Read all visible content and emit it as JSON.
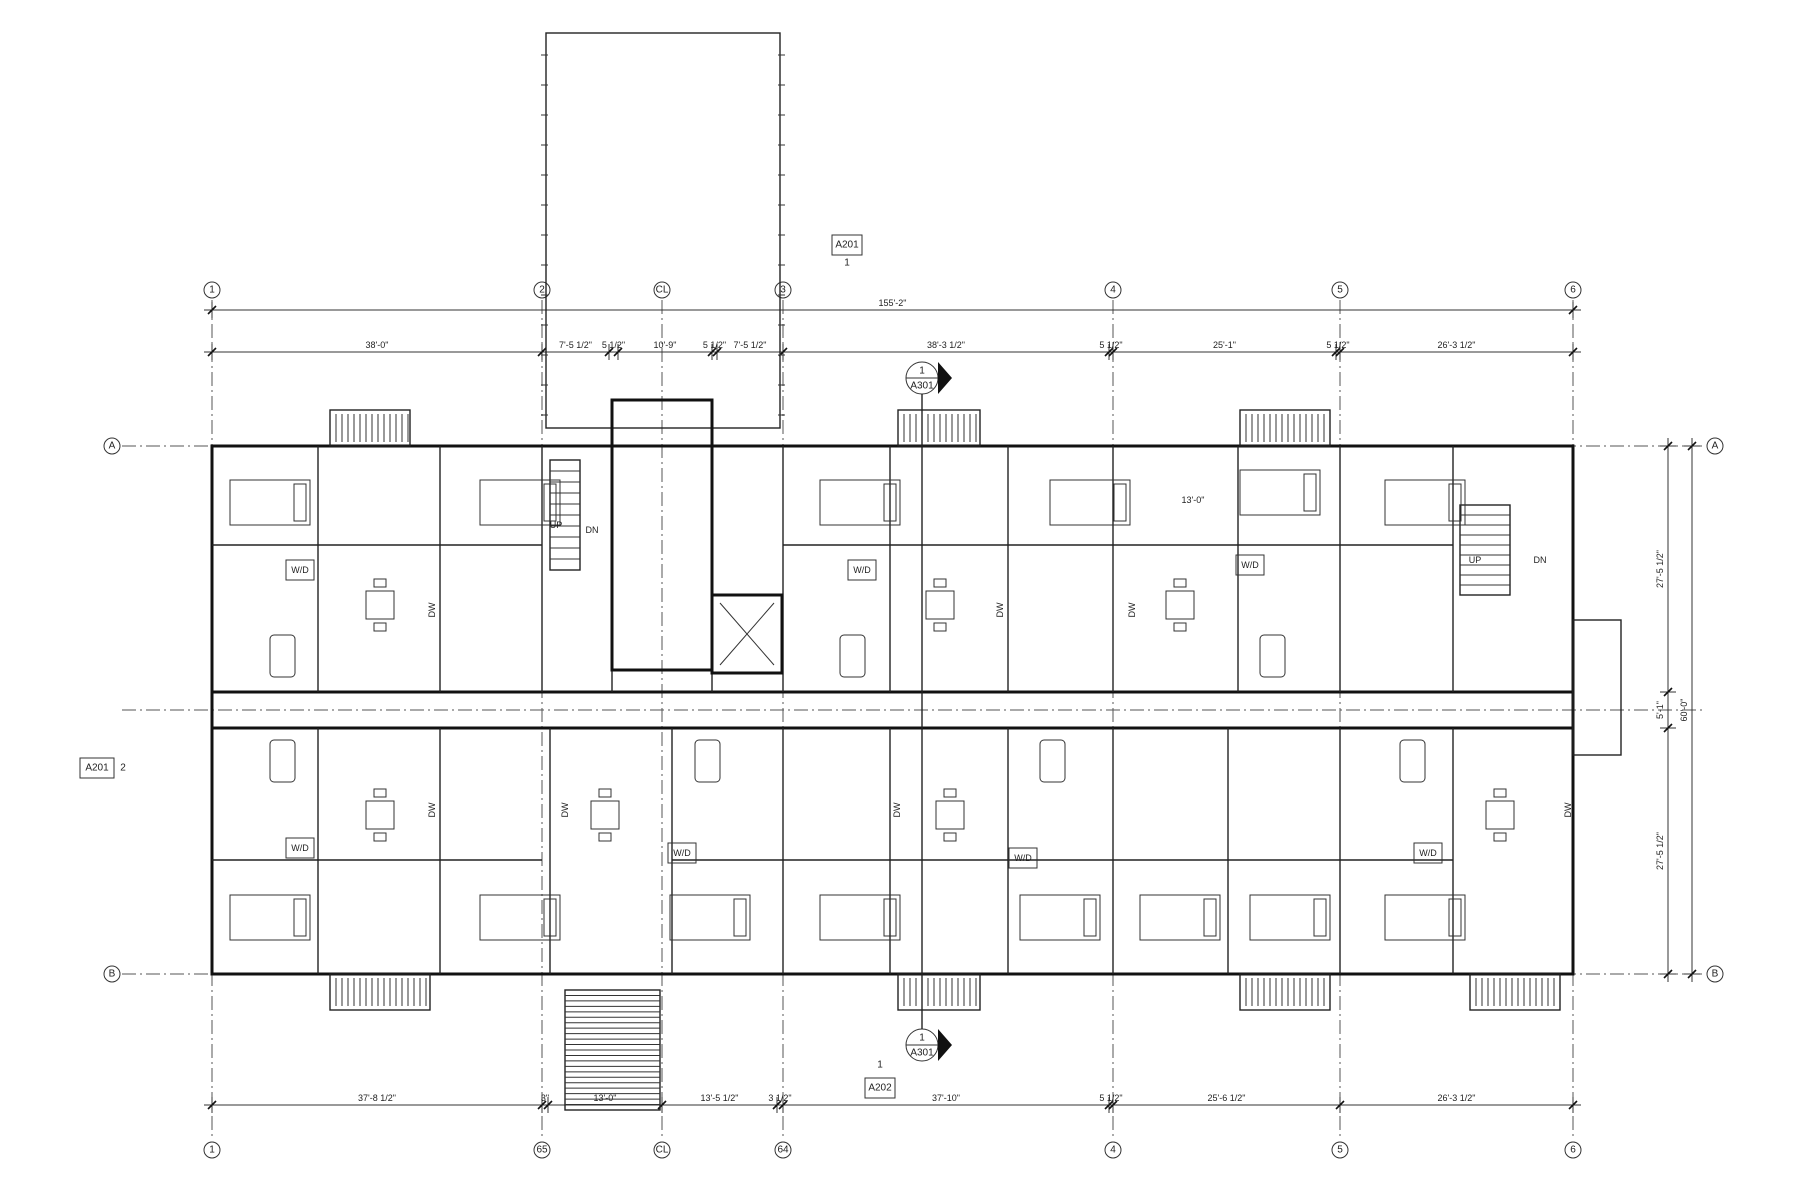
{
  "column_grid": [
    "1",
    "2",
    "CL",
    "3",
    "4",
    "5",
    "6"
  ],
  "column_grid_bottom": [
    "1",
    "65",
    "CL",
    "64",
    "4",
    "5",
    "6"
  ],
  "row_grid": [
    "A",
    "B"
  ],
  "overall_dimension": "155'-2\"",
  "top_dimensions": [
    "38'-0\"",
    "7'-5 1/2\"",
    "5 1/2\"",
    "10'-9\"",
    "5 1/2\"",
    "7'-5 1/2\"",
    "38'-3 1/2\"",
    "5 1/2\"",
    "25'-1\"",
    "5 1/2\"",
    "26'-3 1/2\""
  ],
  "bottom_dimensions": [
    "37'-8 1/2\"",
    "3\"",
    "13'-0\"",
    "13'-5 1/2\"",
    "3 1/2\"",
    "37'-10\"",
    "5 1/2\"",
    "25'-6 1/2\"",
    "26'-3 1/2\""
  ],
  "right_dimensions": {
    "upper": "27'-5 1/2\"",
    "corridor": "5'-1\"",
    "overall": "60'-0\"",
    "lower": "27'-5 1/2\""
  },
  "section_tags": {
    "elev_top": {
      "sheet": "A201",
      "num": "1"
    },
    "elev_left": {
      "sheet": "A201",
      "num": "2"
    },
    "elev_bottom": {
      "sheet": "A202",
      "num": "1"
    },
    "section_top": {
      "sheet": "A301",
      "num": "1"
    },
    "section_bottom": {
      "sheet": "A301",
      "num": "1"
    }
  },
  "room_labels": {
    "wd": "W/D",
    "dw": "DW",
    "up": "UP",
    "dn": "DN",
    "room_dim": "13'-0\""
  }
}
